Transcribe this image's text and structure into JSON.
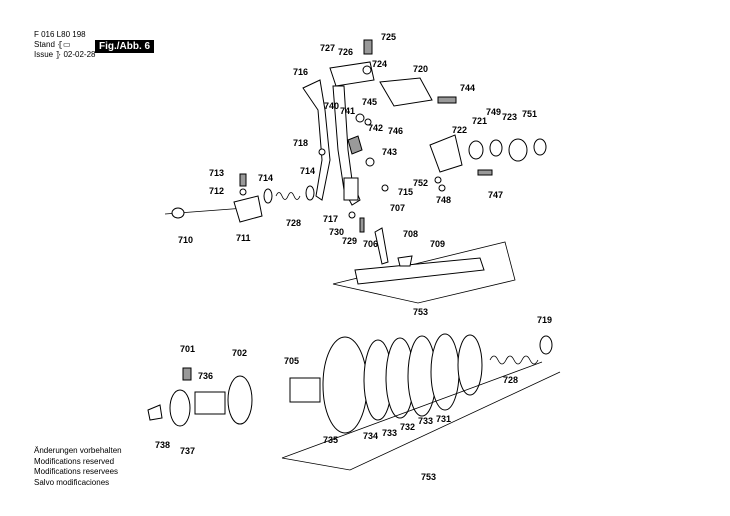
{
  "header": {
    "doc_number": "F 016 L80 198",
    "stand_label": "Stand",
    "issue_label": "Issue",
    "date": "02-02-28",
    "figure_label": "Fig./Abb. 6"
  },
  "notes": [
    "Änderungen vorbehalten",
    "Modifications reserved",
    "Modifications reservees",
    "Salvo modificaciones"
  ],
  "part_labels": {
    "p701": "701",
    "p702": "702",
    "p705": "705",
    "p706": "706",
    "p707": "707",
    "p708": "708",
    "p709": "709",
    "p710": "710",
    "p711": "711",
    "p712": "712",
    "p713": "713",
    "p714a": "714",
    "p714b": "714",
    "p715": "715",
    "p716": "716",
    "p717": "717",
    "p718": "718",
    "p719": "719",
    "p720": "720",
    "p721": "721",
    "p722": "722",
    "p723": "723",
    "p724": "724",
    "p725": "725",
    "p726": "726",
    "p727": "727",
    "p728a": "728",
    "p728b": "728",
    "p729": "729",
    "p730": "730",
    "p731": "731",
    "p732": "732",
    "p733a": "733",
    "p733b": "733",
    "p734": "734",
    "p735": "735",
    "p736": "736",
    "p737": "737",
    "p738": "738",
    "p740": "740",
    "p741": "741",
    "p742": "742",
    "p743": "743",
    "p744": "744",
    "p745": "745",
    "p746": "746",
    "p747": "747",
    "p748": "748",
    "p749": "749",
    "p751": "751",
    "p752": "752",
    "p753a": "753",
    "p753b": "753"
  }
}
